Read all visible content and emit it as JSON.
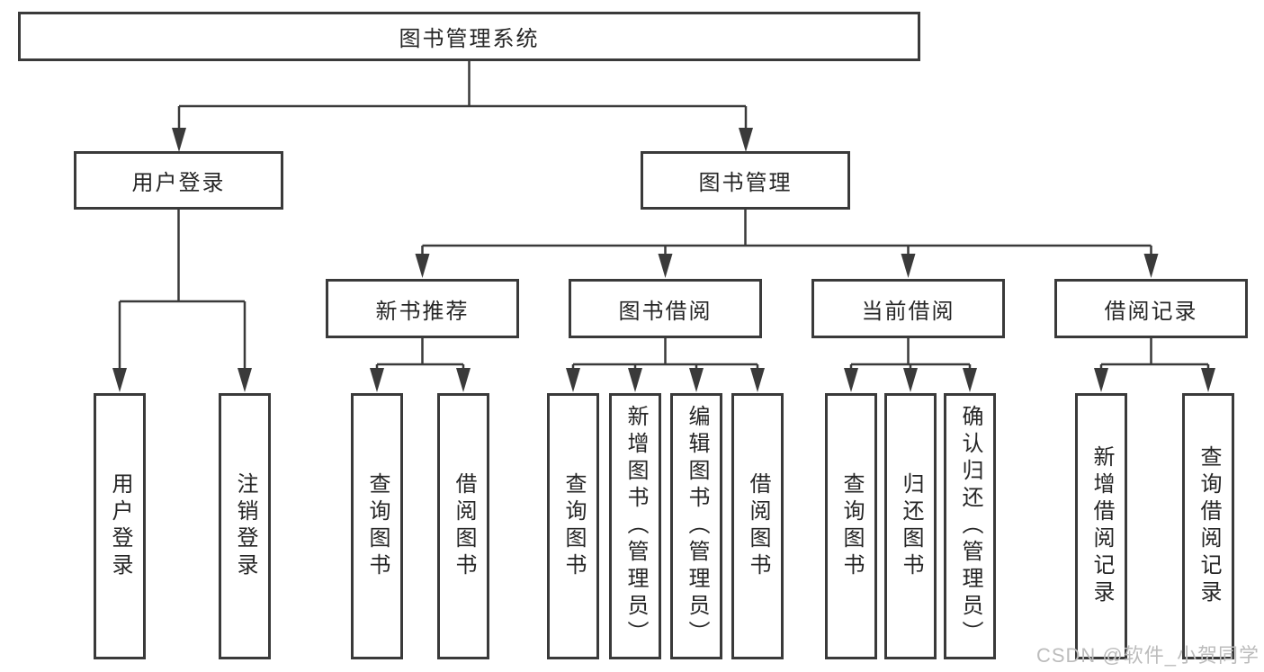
{
  "diagram": {
    "root": {
      "label": "图书管理系统"
    },
    "branches": [
      {
        "label": "用户登录",
        "children": [
          {
            "label": "用户登录"
          },
          {
            "label": "注销登录"
          }
        ]
      },
      {
        "label": "图书管理",
        "children": [
          {
            "label": "新书推荐",
            "children": [
              {
                "label": "查询图书"
              },
              {
                "label": "借阅图书"
              }
            ]
          },
          {
            "label": "图书借阅",
            "children": [
              {
                "label": "查询图书"
              },
              {
                "label": "新增图书（管理员）"
              },
              {
                "label": "编辑图书（管理员）"
              },
              {
                "label": "借阅图书"
              }
            ]
          },
          {
            "label": "当前借阅",
            "children": [
              {
                "label": "查询图书"
              },
              {
                "label": "归还图书"
              },
              {
                "label": "确认归还（管理员）"
              }
            ]
          },
          {
            "label": "借阅记录",
            "children": [
              {
                "label": "新增借阅记录"
              },
              {
                "label": "查询借阅记录"
              }
            ]
          }
        ]
      }
    ]
  },
  "watermark": {
    "text": "CSDN @软件_小贺同学"
  },
  "colors": {
    "line": "#3a3a3a",
    "box_border": "#3a3a3a",
    "label_text": "#262626",
    "watermark_text": "#bcbcbc",
    "background": "#ffffff"
  }
}
